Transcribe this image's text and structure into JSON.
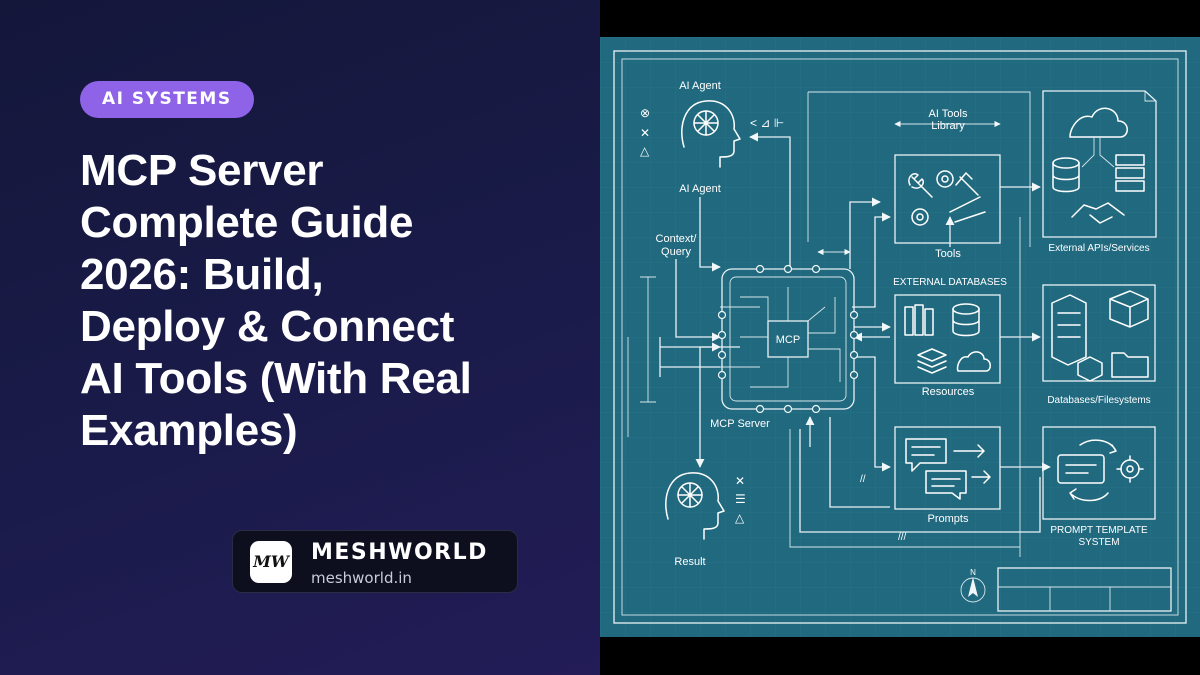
{
  "badge": "AI SYSTEMS",
  "title_lines": [
    "MCP Server",
    "Complete Guide",
    "2026: Build,",
    "Deploy & Connect",
    "AI Tools (With Real",
    "Examples)"
  ],
  "brand": {
    "logo": "MW",
    "name": "MESHWORLD",
    "url": "meshworld.in"
  },
  "diagram": {
    "ai_agent_top": "AI Agent",
    "ai_agent_bottom": "AI Agent",
    "context_query_1": "Context/",
    "context_query_2": "Query",
    "mcp_chip": "MCP",
    "mcp_server": "MCP Server",
    "result": "Result",
    "ai_tools_library_1": "AI Tools",
    "ai_tools_library_2": "Library",
    "tools": "Tools",
    "external_databases": "EXTERNAL DATABASES",
    "resources": "Resources",
    "prompts": "Prompts",
    "external_apis": "External APIs/Services",
    "databases_filesystems": "Databases/Filesystems",
    "prompt_template_1": "PROMPT TEMPLATE",
    "prompt_template_2": "SYSTEM",
    "compass_n": "N"
  },
  "colors": {
    "left_bg": "#1a1b4a",
    "badge_bg": "#8e63e8",
    "blueprint_bg": "#21697f",
    "brand_bg": "#0d0f1f"
  },
  "icons": [
    "brain-head-icon",
    "chip-icon",
    "tools-icon",
    "database-icon",
    "cloud-icon",
    "server-icon",
    "handshake-icon",
    "chat-icon",
    "folder-icon",
    "gear-icon",
    "compass-icon"
  ]
}
